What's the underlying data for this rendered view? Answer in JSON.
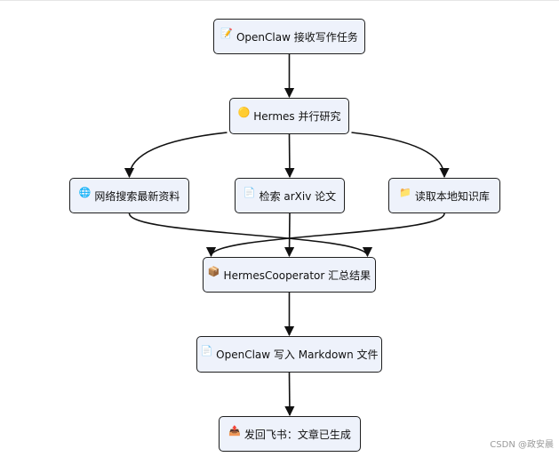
{
  "nodes": {
    "receive": {
      "icon": "📝",
      "icon_name": "memo-icon",
      "label": "OpenClaw 接收写作任务"
    },
    "research": {
      "icon": "🟡",
      "icon_name": "yellow-circle-icon",
      "label": "Hermes 并行研究"
    },
    "web_search": {
      "icon": "🌐",
      "icon_name": "globe-icon",
      "label": "网络搜索最新资料"
    },
    "arxiv": {
      "icon": "📄",
      "icon_name": "document-icon",
      "label": "检索 arXiv 论文"
    },
    "knowledge": {
      "icon": "📁",
      "icon_name": "folder-icon",
      "label": "读取本地知识库"
    },
    "aggregate": {
      "icon": "📦",
      "icon_name": "package-icon",
      "label": "HermesCooperator 汇总结果"
    },
    "write": {
      "icon": "📄",
      "icon_name": "document-icon",
      "label": "OpenClaw 写入 Markdown 文件"
    },
    "reply": {
      "icon": "📤",
      "icon_name": "outbox-icon",
      "label": "发回飞书：文章已生成"
    }
  },
  "edges": [
    [
      "receive",
      "research"
    ],
    [
      "research",
      "web_search"
    ],
    [
      "research",
      "arxiv"
    ],
    [
      "research",
      "knowledge"
    ],
    [
      "web_search",
      "aggregate"
    ],
    [
      "arxiv",
      "aggregate"
    ],
    [
      "knowledge",
      "aggregate"
    ],
    [
      "aggregate",
      "write"
    ],
    [
      "write",
      "reply"
    ]
  ],
  "watermark": "CSDN @政安晨",
  "colors": {
    "node_fill": "#eef2fb",
    "node_border": "#1f1f1f",
    "edge": "#111111"
  }
}
